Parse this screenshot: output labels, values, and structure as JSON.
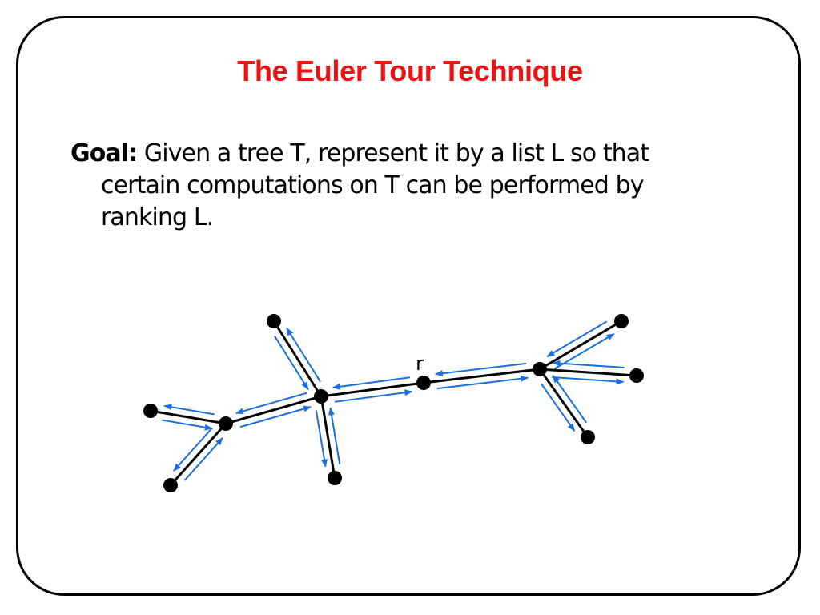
{
  "slide": {
    "title": "The Euler Tour Technique",
    "goal_label": "Goal:",
    "goal_lines": [
      "Given a tree T, represent it by a list L so that",
      "certain computations on T can be performed by",
      "ranking L."
    ]
  },
  "colors": {
    "title": "#ee1111",
    "text": "#000000",
    "edge": "#000000",
    "arrow": "#1a6fe0",
    "node": "#000000"
  },
  "tree": {
    "root_label": "r",
    "root": "r",
    "nodes": [
      "r",
      "a",
      "b",
      "c",
      "d",
      "e",
      "f",
      "g",
      "h",
      "i",
      "j"
    ],
    "edges": [
      [
        "r",
        "a"
      ],
      [
        "r",
        "b"
      ],
      [
        "a",
        "c"
      ],
      [
        "a",
        "d"
      ],
      [
        "c",
        "e"
      ],
      [
        "c",
        "f"
      ],
      [
        "a",
        "g"
      ],
      [
        "b",
        "h"
      ],
      [
        "b",
        "i"
      ],
      [
        "b",
        "j"
      ]
    ]
  }
}
